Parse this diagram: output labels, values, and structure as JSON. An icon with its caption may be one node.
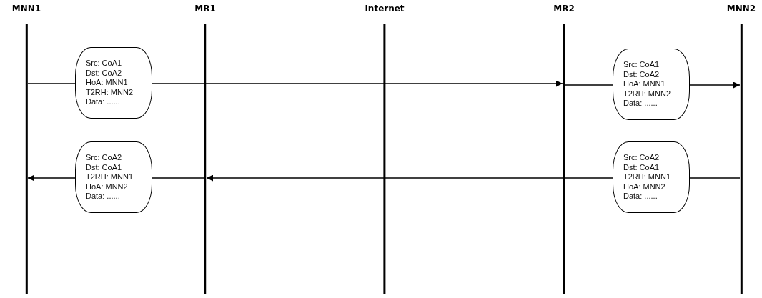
{
  "diagram": {
    "nodes": [
      {
        "text": [
          "MNN1"
        ]
      },
      {
        "text": [
          "MR1"
        ]
      },
      {
        "text": [
          "Internet"
        ]
      },
      {
        "text": [
          "MR2"
        ]
      },
      {
        "text": [
          "MNN2"
        ]
      },
      {
        "text": [
          "Src: CoA1",
          "Dst: CoA2",
          "HoA: MNN1",
          "T2RH: MNN2",
          "Data: ......"
        ]
      },
      {
        "text": [
          "Src: CoA1",
          "Dst: CoA2",
          "HoA: MNN1",
          "T2RH: MNN2",
          "Data: ......"
        ]
      },
      {
        "text": [
          "Src: CoA2",
          "Dst: CoA1",
          "T2RH: MNN1",
          "HoA: MNN2",
          "Data: ......"
        ]
      },
      {
        "text": [
          "Src: CoA2",
          "Dst: CoA1",
          "T2RH: MNN1",
          "HoA: MNN2",
          "Data: ......"
        ]
      }
    ],
    "edges": [
      {
        "from": 0,
        "to": 5,
        "arrow": "none"
      },
      {
        "from": 5,
        "to": 3,
        "arrow": "to"
      },
      {
        "from": 3,
        "to": 6,
        "arrow": "none"
      },
      {
        "from": 6,
        "to": 4,
        "arrow": "to"
      },
      {
        "from": 4,
        "to": 8,
        "arrow": "none"
      },
      {
        "from": 8,
        "to": 1,
        "arrow": "to"
      },
      {
        "from": 1,
        "to": 7,
        "arrow": "none"
      },
      {
        "from": 7,
        "to": 0,
        "arrow": "to"
      }
    ]
  }
}
